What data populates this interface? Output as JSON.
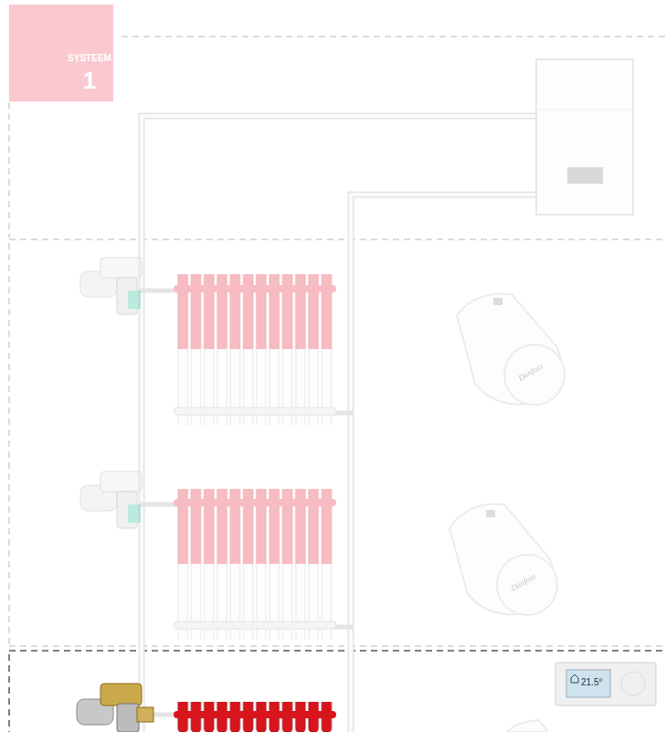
{
  "diagram": {
    "nodes": [
      {
        "text": [
          "SYSTEEM",
          "1"
        ]
      }
    ],
    "labels": [
      "21.5°",
      "Danfoss",
      "Danfoss"
    ]
  }
}
